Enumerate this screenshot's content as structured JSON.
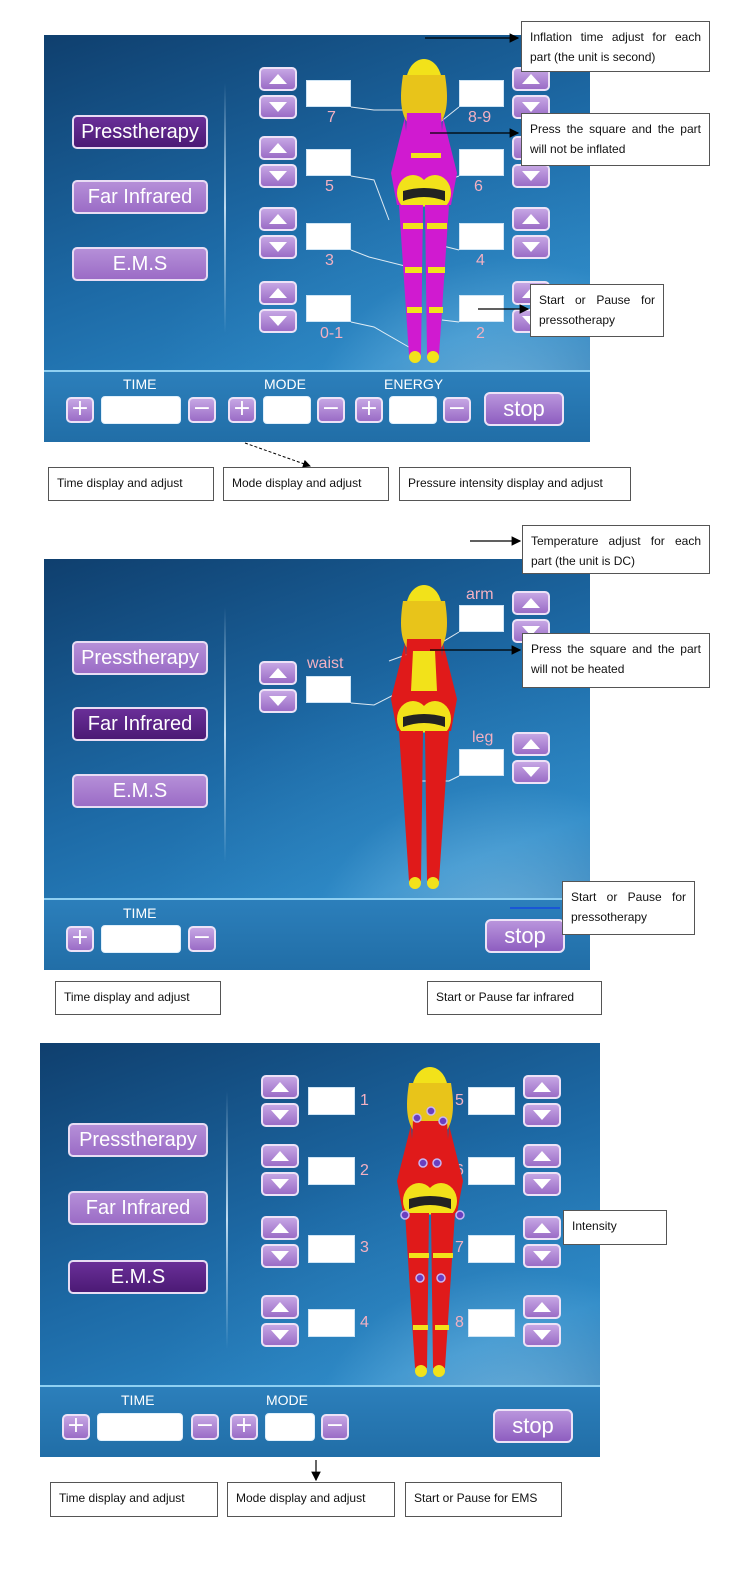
{
  "panel1": {
    "menu": [
      "Presstherapy",
      "Far Infrared",
      "E.M.S"
    ],
    "active_menu": "Presstherapy",
    "zone_labels": {
      "left": [
        "7",
        "5",
        "3",
        "0-1"
      ],
      "right": [
        "8-9",
        "6",
        "4",
        "2"
      ]
    },
    "bottom": {
      "time_label": "TIME",
      "mode_label": "MODE",
      "energy_label": "ENERGY",
      "plus": "+",
      "minus": "−",
      "stop_label": "stop"
    },
    "callouts": {
      "inflation": "Inflation time adjust for each part (the unit is second)",
      "not_inflated": "Press the square and the part will not be inflated",
      "start_pause": "Start or Pause for pressotherapy",
      "time": "Time display and adjust",
      "mode": "Mode display and adjust",
      "pressure": "Pressure intensity display and adjust"
    }
  },
  "panel2": {
    "menu": [
      "Presstherapy",
      "Far Infrared",
      "E.M.S"
    ],
    "active_menu": "Far Infrared",
    "zone_labels": {
      "arm": "arm",
      "waist": "waist",
      "leg": "leg"
    },
    "bottom": {
      "time_label": "TIME",
      "plus": "+",
      "minus": "−",
      "stop_label": "stop"
    },
    "callouts": {
      "temperature": "Temperature adjust for each part (the unit is DC)",
      "not_heated": "Press the square and the part will not be heated",
      "start_pause": "Start or Pause for pressotherapy",
      "time": "Time display and adjust",
      "far_infrared": "Start or Pause far infrared"
    }
  },
  "panel3": {
    "menu": [
      "Presstherapy",
      "Far Infrared",
      "E.M.S"
    ],
    "active_menu": "E.M.S",
    "zone_labels": {
      "left": [
        "1",
        "2",
        "3",
        "4"
      ],
      "right": [
        "5",
        "6",
        "7",
        "8"
      ]
    },
    "bottom": {
      "time_label": "TIME",
      "mode_label": "MODE",
      "plus": "+",
      "minus": "−",
      "stop_label": "stop"
    },
    "callouts": {
      "intensity": "Intensity",
      "time": "Time display and adjust",
      "mode": "Mode display and adjust",
      "ems": "Start or Pause for EMS"
    }
  },
  "colors": {
    "menu_purple": "#9b6cc6",
    "menu_active": "#4c1a75",
    "zone_magenta": "#d01ad0",
    "zone_red": "#e01a1a",
    "body_yellow": "#f2e21a",
    "panel_blue": "#1d6aa6"
  }
}
